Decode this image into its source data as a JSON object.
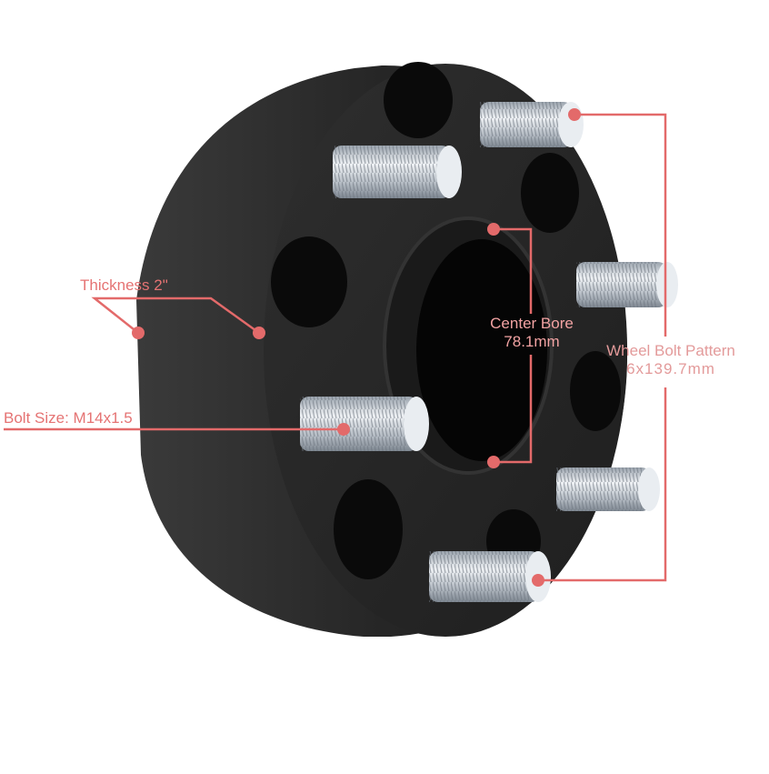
{
  "image": {
    "subject": "black hub-centric wheel spacer with six threaded studs",
    "accent_color": "#e36a6a",
    "spacer_color": "#262626",
    "stud_color": "#c9cfd6"
  },
  "annotations": {
    "thickness": {
      "label": "Thickness 2\""
    },
    "bolt_size": {
      "label": "Bolt Size: M14x1.5"
    },
    "center_bore": {
      "line1": "Center Bore",
      "line2": "78.1mm"
    },
    "bolt_pattern": {
      "line1": "Wheel Bolt Pattern",
      "line2": "6x139.7mm"
    }
  }
}
